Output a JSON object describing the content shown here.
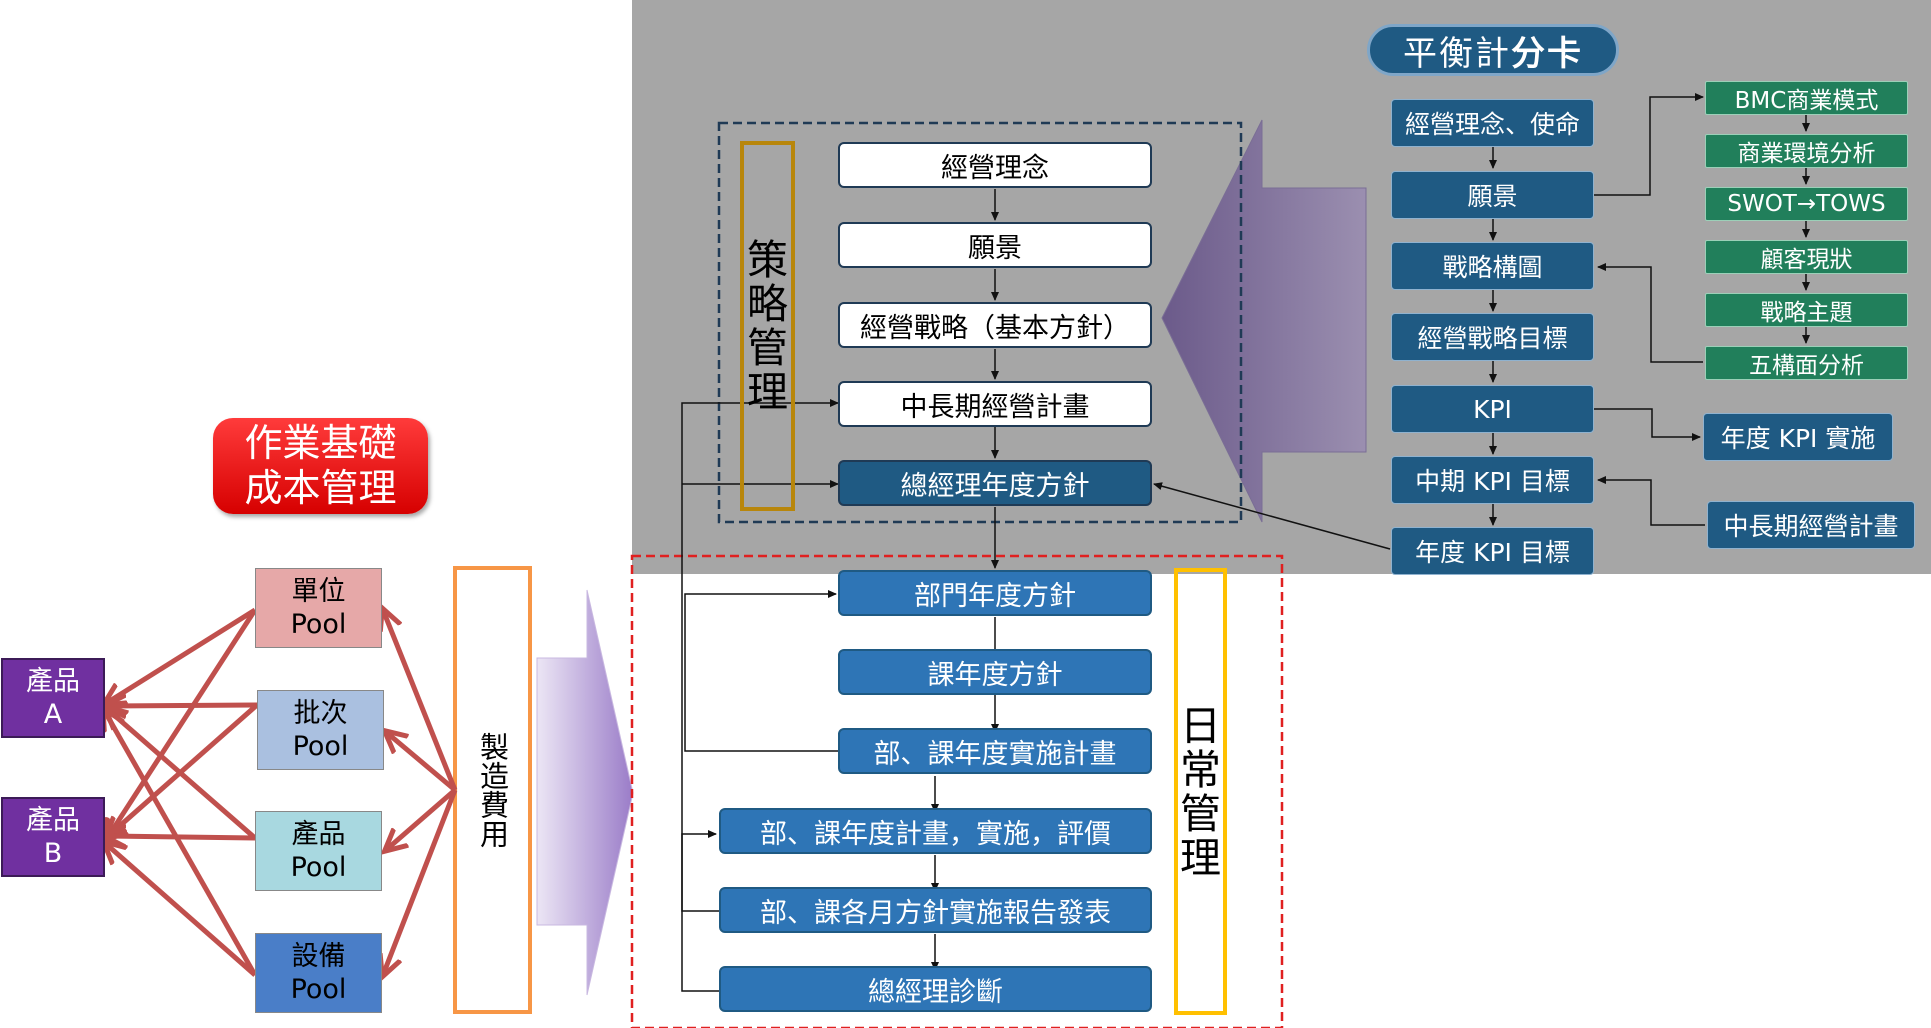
{
  "bsc": {
    "title_prefix": "平衡計",
    "title_bold": "分卡",
    "items": [
      "經營理念、使命",
      "願景",
      "戰略構圖",
      "經營戰略目標",
      "KPI",
      "中期 KPI 目標",
      "年度 KPI 目標"
    ],
    "analysis": [
      "BMC商業模式",
      "商業環境分析",
      "SWOT→TOWS",
      "顧客現狀",
      "戰略主題",
      "五構面分析"
    ],
    "kpi_side": [
      "年度 KPI 實施",
      "中長期經營計畫"
    ]
  },
  "strategy": {
    "label": "策略管理",
    "items": [
      "經營理念",
      "願景",
      "經營戰略（基本方針）",
      "中長期經營計畫",
      "總經理年度方針"
    ]
  },
  "daily": {
    "label": "日常管理",
    "items": [
      "部門年度方針",
      "課年度方針",
      "部、課年度實施計畫",
      "部、課年度計畫，實施，評價",
      "部、課各月方針實施報告發表",
      "總經理診斷"
    ]
  },
  "abc": {
    "title_line1": "作業基礎",
    "title_line2": "成本管理",
    "pools": [
      {
        "line1": "單位",
        "line2": "Pool",
        "color": "#e6a8a8"
      },
      {
        "line1": "批次",
        "line2": "Pool",
        "color": "#aac0e0"
      },
      {
        "line1": "產品",
        "line2": "Pool",
        "color": "#a8d8e0"
      },
      {
        "line1": "設備",
        "line2": "Pool",
        "color": "#4a7ec8"
      }
    ],
    "products": [
      {
        "line1": "產品",
        "line2": "A"
      },
      {
        "line1": "產品",
        "line2": "B"
      }
    ],
    "overhead": "製造費用"
  },
  "colors": {
    "gray_panel": "#a6a6a6",
    "dark_blue": "#1f5a83",
    "green": "#217f5b",
    "red_arrow": "#c0504d",
    "orange_frame": "#f79646",
    "gold_frame": "#b8860b",
    "yellow_frame": "#ffc000",
    "dashed_red": "#e02020"
  }
}
